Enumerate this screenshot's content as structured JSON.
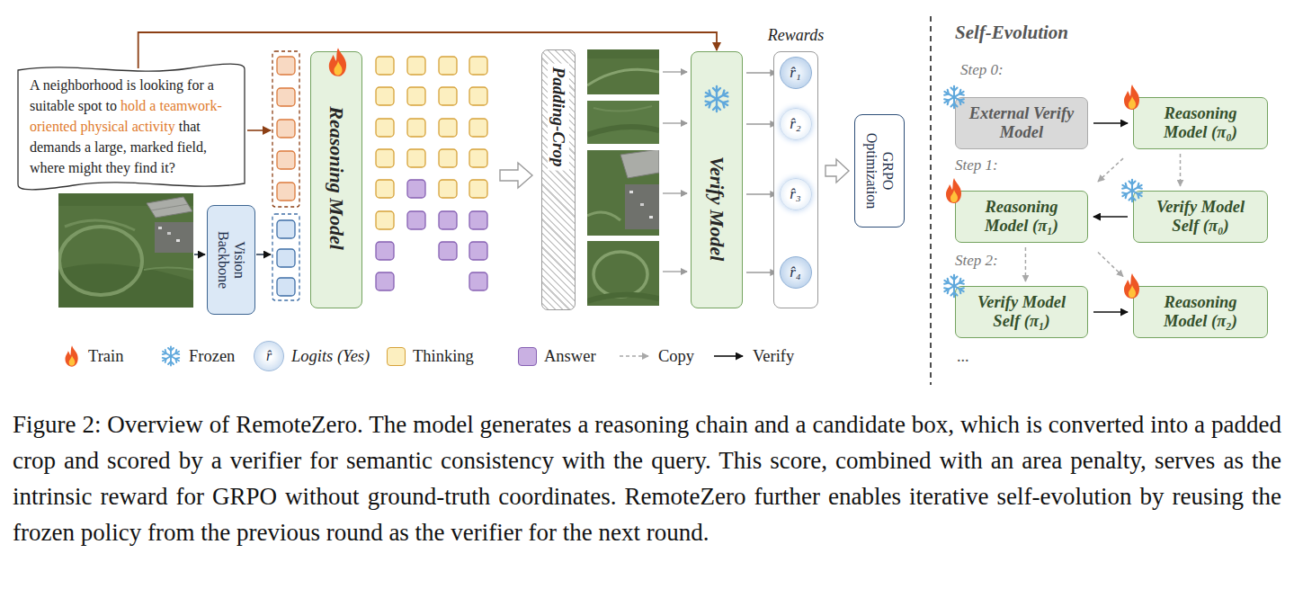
{
  "diagram": {
    "caption": "Figure 2: Overview of RemoteZero. The model generates a reasoning chain and a candidate box, which is converted into a padded crop and scored by a verifier for semantic consistency with the query. This score, combined with an area penalty, serves as the intrinsic reward for GRPO without ground-truth coordinates. RemoteZero further enables iterative self-evolution by reusing the frozen policy from the previous round as the verifier for the next round.",
    "nodes": [
      {
        "text": [
          "A neighborhood is looking for a suitable spot to",
          "hold a teamwork-oriented physical activity",
          "that demands a large, marked field, where might they find it?"
        ]
      },
      {
        "text": [
          "Vision Backbone"
        ]
      },
      {
        "text": [
          "Reasoning Model"
        ]
      },
      {
        "text": [
          "Padding-Crop"
        ]
      },
      {
        "text": [
          "Verify Model"
        ]
      },
      {
        "text": [
          "Rewards"
        ]
      },
      {
        "text": [
          "r̂₁"
        ],
        "in": 5
      },
      {
        "text": [
          "r̂₂"
        ],
        "in": 5
      },
      {
        "text": [
          "r̂₃"
        ],
        "in": 5
      },
      {
        "text": [
          "r̂₄"
        ],
        "in": 5
      },
      {
        "text": [
          "GRPO Optimization"
        ]
      },
      {
        "text": [
          "External Verify Model"
        ]
      },
      {
        "text": [
          "Reasoning Model (π₀)"
        ]
      },
      {
        "text": [
          "Reasoning Model (π₁)"
        ]
      },
      {
        "text": [
          "Verify Model Self (π₀)"
        ]
      },
      {
        "text": [
          "Verify Model Self (π₁)"
        ]
      },
      {
        "text": [
          "Reasoning Model (π₂)"
        ]
      }
    ],
    "edges": [
      {
        "from": 0,
        "to": 4,
        "arrow": "to"
      },
      {
        "from": 4,
        "to": 6,
        "arrow": "to"
      },
      {
        "from": 4,
        "to": 7,
        "arrow": "to"
      },
      {
        "from": 4,
        "to": 8,
        "arrow": "to"
      },
      {
        "from": 4,
        "to": 9,
        "arrow": "to"
      },
      {
        "from": 5,
        "to": 10,
        "arrow": "to"
      },
      {
        "from": 11,
        "to": 12,
        "arrow": "to"
      },
      {
        "from": 12,
        "to": 13,
        "arrow": "to"
      },
      {
        "from": 12,
        "to": 14,
        "arrow": "to"
      },
      {
        "from": 14,
        "to": 13,
        "arrow": "to"
      },
      {
        "from": 13,
        "to": 15,
        "arrow": "to"
      },
      {
        "from": 13,
        "to": 16,
        "arrow": "to"
      },
      {
        "from": 15,
        "to": 16,
        "arrow": "to"
      }
    ],
    "labels": [
      "Self-Evolution",
      "Step 0:",
      "Step 1:",
      "Step 2:",
      "...",
      "r̂"
    ],
    "legend": [
      {
        "text": "Train"
      },
      {
        "text": "Frozen"
      },
      {
        "text": "Logits (Yes)",
        "color": "#b9d1ec"
      },
      {
        "text": "Thinking",
        "color": "#fcefc0"
      },
      {
        "text": "Answer",
        "color": "#c9b0e2"
      },
      {
        "text": "Copy"
      },
      {
        "text": "Verify"
      }
    ]
  }
}
